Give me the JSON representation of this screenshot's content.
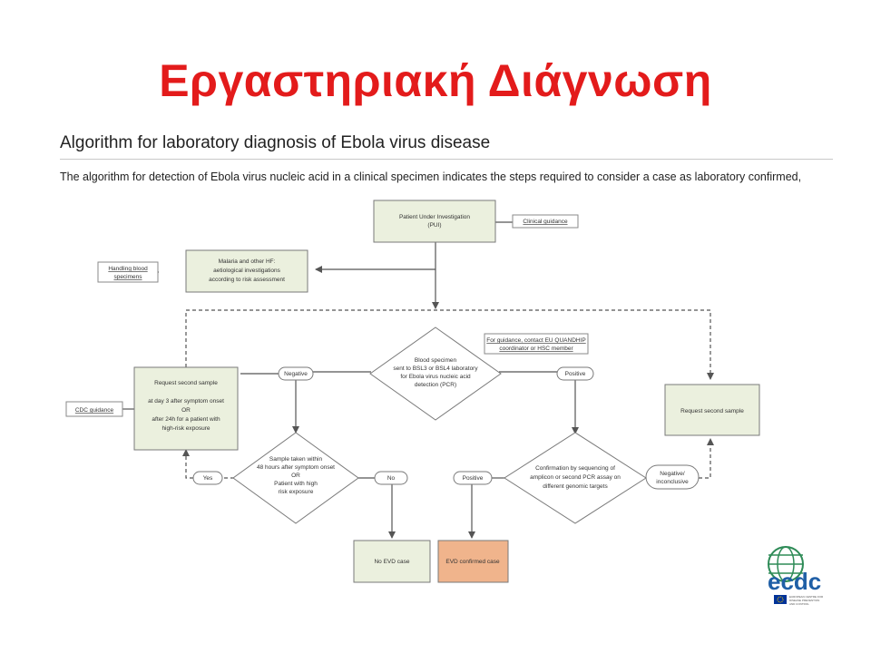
{
  "slide": {
    "title": "Εργαστηριακή Διάγνωση",
    "heading": "Algorithm for laboratory diagnosis of Ebola virus disease",
    "intro": "The algorithm for detection of Ebola virus nucleic acid in a clinical specimen indicates the steps required to consider a case as laboratory confirmed,"
  },
  "flow": {
    "pui": [
      "Patient Under Investigation",
      "(PUI)"
    ],
    "clinical_guidance": "Clinical guidance",
    "malaria": [
      "Malaria and other HF:",
      "aetiological investigations",
      "according to risk assessment"
    ],
    "handling": [
      "Handling blood",
      "specimens"
    ],
    "blood": [
      "Blood specimen",
      "sent to BSL3 or BSL4 laboratory",
      "for Ebola virus nucleic acid",
      "detection (PCR)"
    ],
    "guidance_note": [
      "For guidance, contact EU QUANDHIP",
      "coordinator or HSC member"
    ],
    "negative": "Negative",
    "positive": "Positive",
    "request_left": [
      "Request second sample",
      "",
      "at day 3 after symptom onset",
      "OR",
      "after 24h for a patient with",
      "high-risk exposure"
    ],
    "cdc": "CDC guidance",
    "request_right": "Request second sample",
    "sample": [
      "Sample taken within",
      "48 hours after symptom onset",
      "OR",
      "Patient with high",
      "risk exposure"
    ],
    "yes": "Yes",
    "no": "No",
    "confirm": [
      "Confirmation by sequencing of",
      "amplicon or second PCR assay on",
      "different genomic targets"
    ],
    "positive2": "Positive",
    "neg_inconc": [
      "Negative/",
      "inconclusive"
    ],
    "no_evd": "No EVD case",
    "evd_confirmed": "EVD confirmed case"
  },
  "logo": {
    "text": "ecdc",
    "caption": [
      "EUROPEAN CENTRE FOR",
      "DISEASE PREVENTION",
      "AND CONTROL"
    ],
    "colors": {
      "globe": "#2e8b57",
      "text": "#1f5fa6",
      "eu_flag": "#003399",
      "eu_stars": "#ffcc00"
    }
  },
  "colors": {
    "title": "#e31b1b",
    "box_fill": "#ebf0de",
    "confirmed_fill": "#f0b48c"
  }
}
